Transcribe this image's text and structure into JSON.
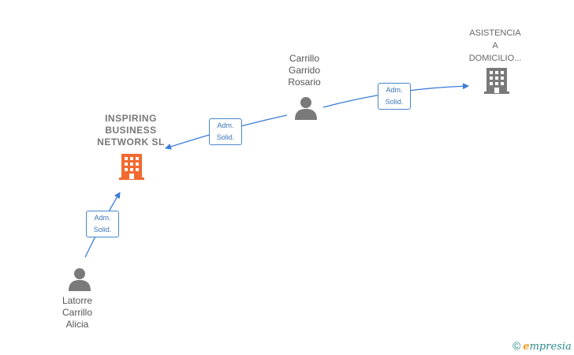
{
  "colors": {
    "edge": "#3b7dd8",
    "main_company": "#f26a30",
    "other_company": "#7a7a7a",
    "person": "#7a7a7a"
  },
  "nodes": {
    "main_company": {
      "lines": [
        "INSPIRING",
        "BUSINESS",
        "NETWORK  SL"
      ],
      "icon": "building-icon"
    },
    "other_company": {
      "lines": [
        "ASISTENCIA",
        "A",
        "DOMICILIO..."
      ],
      "icon": "building-icon"
    },
    "person_rosario": {
      "lines": [
        "Carrillo",
        "Garrido",
        "Rosario"
      ],
      "icon": "person-icon"
    },
    "person_alicia": {
      "lines": [
        "Latorre",
        "Carrillo",
        "Alicia"
      ],
      "icon": "person-icon"
    }
  },
  "edges": [
    {
      "from": "person_rosario",
      "to": "main_company",
      "lines": [
        "Adm.",
        "Solid."
      ]
    },
    {
      "from": "person_rosario",
      "to": "other_company",
      "lines": [
        "Adm.",
        "Solid."
      ]
    },
    {
      "from": "person_alicia",
      "to": "main_company",
      "lines": [
        "Adm.",
        "Solid."
      ]
    }
  ],
  "brand": {
    "copyright_symbol": "©",
    "name_initial": "e",
    "name_rest": "mpresia"
  }
}
